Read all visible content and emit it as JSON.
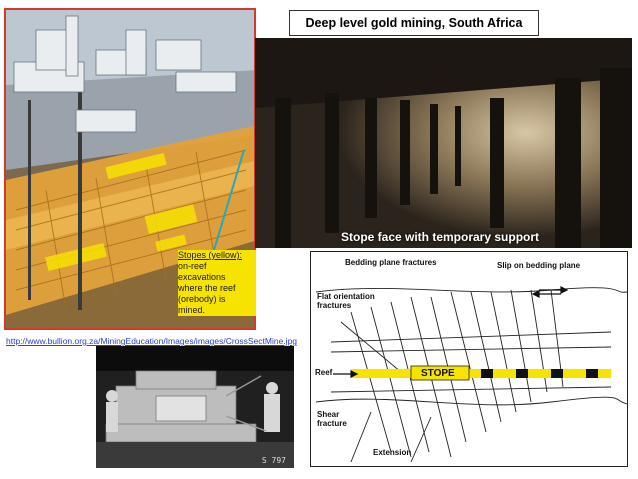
{
  "title": "Deep level gold mining, South Africa",
  "mine_illustration": {
    "annotation_lines": [
      "Stopes (yellow):",
      "on-reef",
      "excavations",
      "where the reef",
      "(orebody) is",
      "mined."
    ],
    "source_url": "http://www.bullion.org.za/MiningEducation/Images/images/CrossSectMine.jpg"
  },
  "stope_photo": {
    "caption": "Stope face with temporary support"
  },
  "fracture_diagram": {
    "labels": {
      "bedding": "Bedding plane fractures",
      "slip": "Slip on bedding plane",
      "flat": "Flat orientation\nfractures",
      "reef": "Reef",
      "stope": "STOPE",
      "shear": "Shear\nfracture",
      "extension": "Extension"
    }
  },
  "machine_photo": {
    "frame_number": "S 797"
  },
  "colors": {
    "border_red": "#d23a2a",
    "stope_yellow": "#f6e300",
    "orebody_orange": "#e3a23a",
    "link_blue": "#2a3fd6",
    "pointer_teal": "#2aa7b8"
  }
}
